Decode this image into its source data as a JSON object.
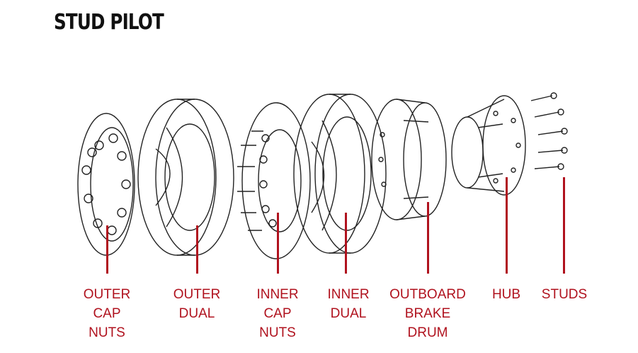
{
  "title": "STUD PILOT",
  "colors": {
    "label": "#b0121e",
    "line": "#222222"
  },
  "parts": [
    {
      "id": "outer-cap-nuts",
      "label": "OUTER\nCAP\nNUTS"
    },
    {
      "id": "outer-dual",
      "label": "OUTER\nDUAL"
    },
    {
      "id": "inner-cap-nuts",
      "label": "INNER\nCAP\nNUTS"
    },
    {
      "id": "inner-dual",
      "label": "INNER\nDUAL"
    },
    {
      "id": "outboard-brake-drum",
      "label": "OUTBOARD\nBRAKE\nDRUM"
    },
    {
      "id": "hub",
      "label": "HUB"
    },
    {
      "id": "studs",
      "label": "STUDS"
    }
  ]
}
